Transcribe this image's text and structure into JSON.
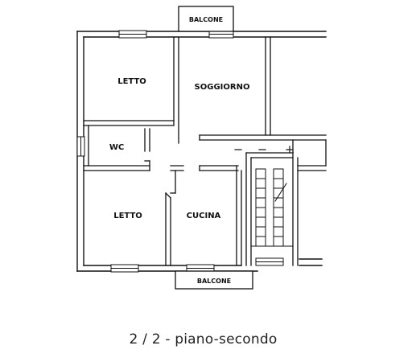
{
  "floorplan": {
    "rooms": {
      "letto_top": "LETTO",
      "soggiorno": "SOGGIORNO",
      "wc": "WC",
      "letto_bottom": "LETTO",
      "cucina": "CUCINA"
    },
    "balconies": {
      "top": "BALCONE",
      "bottom": "BALCONE"
    }
  },
  "caption": "2 / 2 - piano-secondo",
  "colors": {
    "wall": "#111111",
    "background": "#ffffff"
  }
}
